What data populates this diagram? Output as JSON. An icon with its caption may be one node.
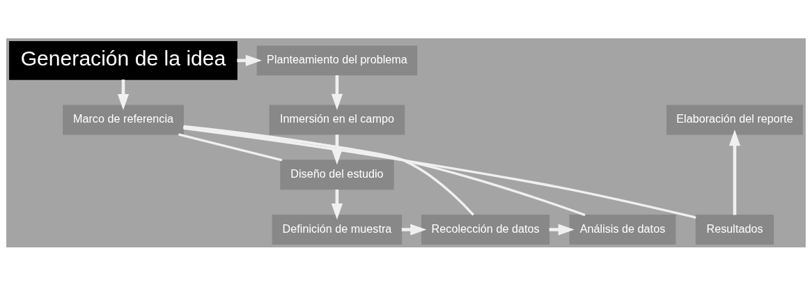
{
  "diagram": {
    "nodes": [
      {
        "text": [
          "Generación de la idea"
        ]
      },
      {
        "text": [
          "Planteamiento del problema"
        ]
      },
      {
        "text": [
          "Marco de referencia"
        ]
      },
      {
        "text": [
          "Inmersión en el campo"
        ]
      },
      {
        "text": [
          "Elaboración del reporte"
        ]
      },
      {
        "text": [
          "Diseño del estudio"
        ]
      },
      {
        "text": [
          "Resultados"
        ]
      },
      {
        "text": [
          "Análisis de datos"
        ]
      },
      {
        "text": [
          "Recolección de datos"
        ]
      },
      {
        "text": [
          "Definición de muestra"
        ]
      }
    ],
    "edges": [
      {
        "from": 0,
        "to": 1,
        "arrow": "to"
      },
      {
        "from": 0,
        "to": 2,
        "arrow": "to"
      },
      {
        "from": 1,
        "to": 3,
        "arrow": "to"
      },
      {
        "from": 3,
        "to": 5,
        "arrow": "to"
      },
      {
        "from": 2,
        "to": 5,
        "arrow": "none"
      },
      {
        "from": 2,
        "to": 8,
        "arrow": "none"
      },
      {
        "from": 2,
        "to": 7,
        "arrow": "none"
      },
      {
        "from": 2,
        "to": 6,
        "arrow": "none"
      },
      {
        "from": 5,
        "to": 9,
        "arrow": "to"
      },
      {
        "from": 9,
        "to": 8,
        "arrow": "to"
      },
      {
        "from": 8,
        "to": 7,
        "arrow": "to"
      },
      {
        "from": 6,
        "to": 4,
        "arrow": "to"
      }
    ]
  }
}
